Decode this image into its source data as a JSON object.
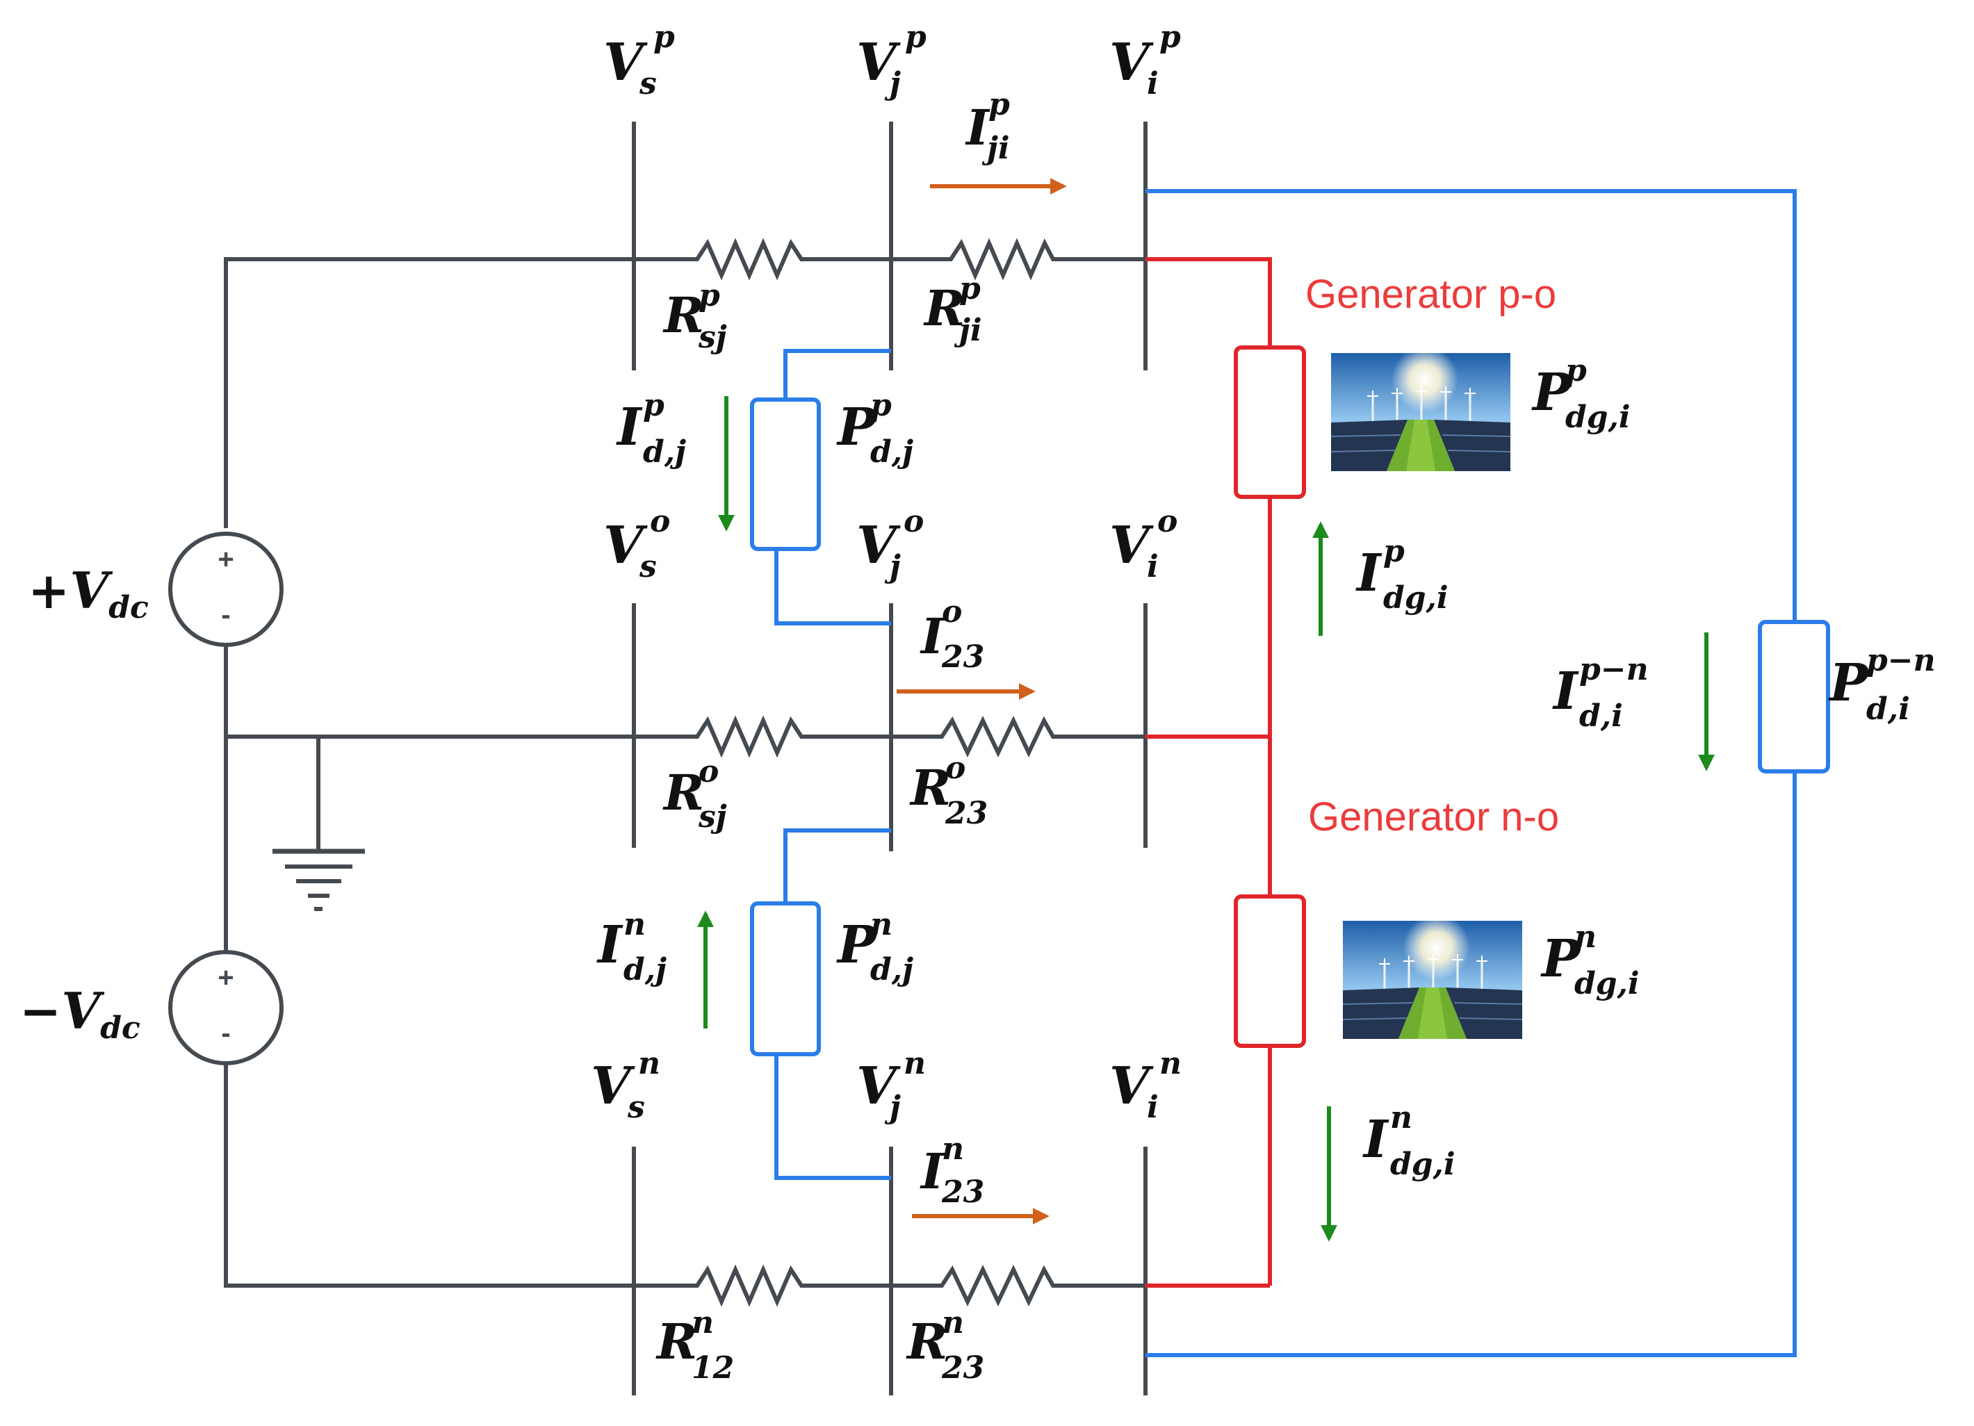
{
  "colors": {
    "wire": "#444a50",
    "generator_wire": "#e0262b",
    "load_wire": "#2b7de9",
    "current_arrow_green": "#1c8a1c",
    "current_arrow_orange": "#d0601a",
    "generator_title": "#ec3b3b"
  },
  "sources": {
    "positive": {
      "sign": "+",
      "base": "V",
      "sub": "dc"
    },
    "negative": {
      "sign": "−",
      "base": "V",
      "sub": "dc"
    },
    "terminal_plus": "+",
    "terminal_minus": "-"
  },
  "voltages": {
    "vs_p": {
      "base": "V",
      "sub": "s",
      "sup": "p"
    },
    "vj_p": {
      "base": "V",
      "sub": "j",
      "sup": "p"
    },
    "vi_p": {
      "base": "V",
      "sub": "i",
      "sup": "p"
    },
    "vs_o": {
      "base": "V",
      "sub": "s",
      "sup": "o"
    },
    "vj_o": {
      "base": "V",
      "sub": "j",
      "sup": "o"
    },
    "vi_o": {
      "base": "V",
      "sub": "i",
      "sup": "o"
    },
    "vs_n": {
      "base": "V",
      "sub": "s",
      "sup": "n"
    },
    "vj_n": {
      "base": "V",
      "sub": "j",
      "sup": "n"
    },
    "vi_n": {
      "base": "V",
      "sub": "i",
      "sup": "n"
    }
  },
  "resistors": {
    "r_sj_p": {
      "base": "R",
      "sub": "sj",
      "sup": "p"
    },
    "r_ji_p": {
      "base": "R",
      "sub": "ji",
      "sup": "p"
    },
    "r_sj_o": {
      "base": "R",
      "sub": "sj",
      "sup": "o"
    },
    "r_23_o": {
      "base": "R",
      "sub": "23",
      "sup": "o"
    },
    "r_12_n": {
      "base": "R",
      "sub": "12",
      "sup": "n"
    },
    "r_23_n": {
      "base": "R",
      "sub": "23",
      "sup": "n"
    }
  },
  "currents": {
    "i_ji_p": {
      "base": "I",
      "sub": "ji",
      "sup": "p"
    },
    "i_23_o": {
      "base": "I",
      "sub": "23",
      "sup": "o"
    },
    "i_23_n": {
      "base": "I",
      "sub": "23",
      "sup": "n"
    },
    "i_dj_p": {
      "base": "I",
      "sub": "d,j",
      "sup": "p"
    },
    "i_dj_n": {
      "base": "I",
      "sub": "d,j",
      "sup": "n"
    },
    "i_dgi_p": {
      "base": "I",
      "sub": "dg,i",
      "sup": "p"
    },
    "i_dgi_n": {
      "base": "I",
      "sub": "dg,i",
      "sup": "n"
    },
    "i_di_pn": {
      "base": "I",
      "sub": "d,i",
      "sup": "p−n"
    }
  },
  "loads": {
    "p_dj_p": {
      "base": "P",
      "sub": "d,j",
      "sup": "p"
    },
    "p_dj_n": {
      "base": "P",
      "sub": "d,j",
      "sup": "n"
    },
    "p_di_pn": {
      "base": "P",
      "sub": "d,i",
      "sup": "p−n"
    }
  },
  "generators": {
    "po": {
      "title": "Generator p-o",
      "base": "P",
      "sub": "dg,i",
      "sup": "p"
    },
    "no": {
      "title": "Generator n-o",
      "base": "P",
      "sub": "dg,i",
      "sup": "n"
    }
  }
}
